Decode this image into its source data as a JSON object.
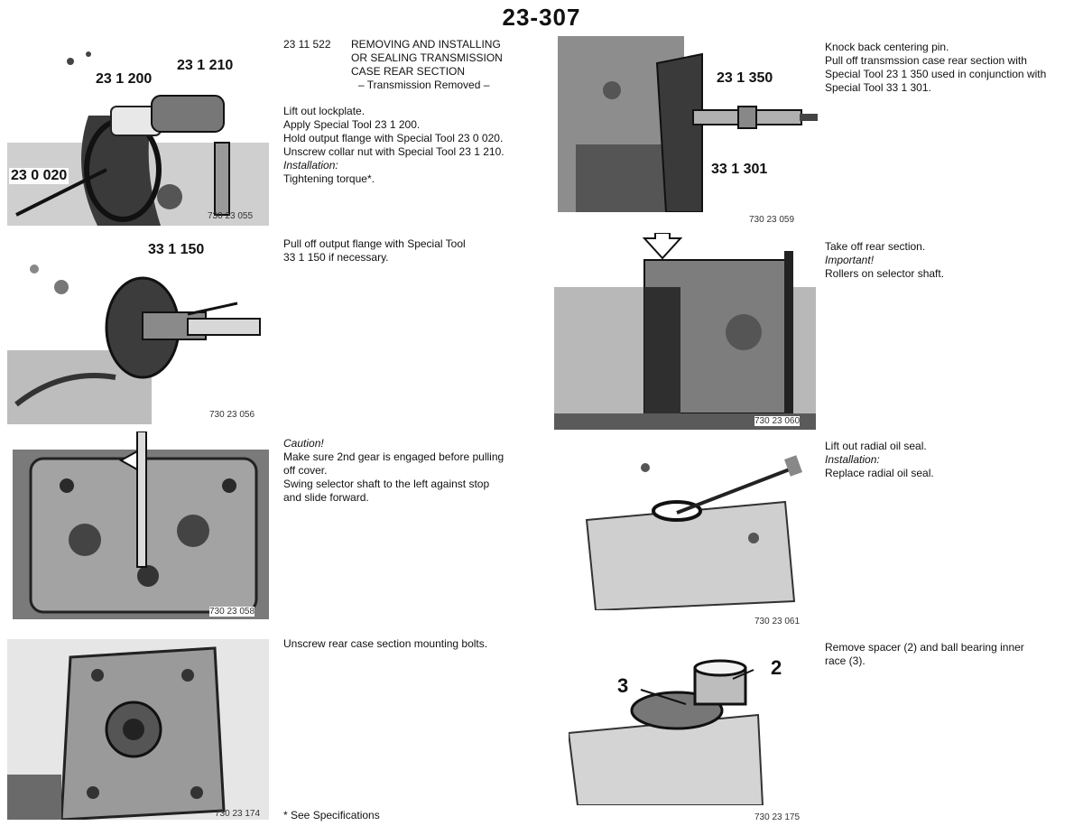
{
  "page_number": "23-307",
  "header": {
    "code": "23 11 522",
    "title_lines": [
      "REMOVING AND INSTALLING",
      "OR SEALING TRANSMISSION",
      "CASE REAR SECTION"
    ],
    "subtitle": "– Transmission Removed –"
  },
  "steps": {
    "s1": [
      "Lift out lockplate.",
      "Apply Special Tool 23 1 200.",
      "Hold output flange with Special Tool 23 0 020.",
      "Unscrew collar nut with Special Tool 23 1 210."
    ],
    "s1_installation": "Installation:",
    "s1_torque": "Tightening torque*.",
    "s2": [
      "Pull off output flange with Special Tool",
      "33 1 150 if necessary."
    ],
    "s3_caution": "Caution!",
    "s3": [
      "Make sure 2nd gear is engaged before pulling",
      "off cover.",
      "Swing selector shaft to the left against stop",
      "and slide forward."
    ],
    "s4": [
      "Unscrew rear case section mounting bolts."
    ],
    "s5": [
      "Knock back centering pin.",
      "Pull off transmssion case rear section with",
      "Special Tool 23 1 350 used in conjunction with",
      "Special Tool 33 1 301."
    ],
    "s6": [
      "Take off rear section."
    ],
    "s6_important": "Important!",
    "s6_note": "Rollers on selector shaft.",
    "s7": [
      "Lift out radial oil seal."
    ],
    "s7_installation": "Installation:",
    "s7_note": "Replace radial oil seal.",
    "s8": [
      "Remove spacer (2) and ball bearing inner",
      "race (3)."
    ]
  },
  "footnote": "* See Specifications",
  "figures": {
    "f1": {
      "code": "730 23 055",
      "callouts": [
        "23 1 200",
        "23 1 210",
        "23 0 020"
      ]
    },
    "f2": {
      "code": "730 23 056",
      "callouts": [
        "33 1 150"
      ]
    },
    "f3": {
      "code": "730 23 058"
    },
    "f4": {
      "code": "730 23 174"
    },
    "f5": {
      "code": "730 23 059",
      "callouts": [
        "23 1 350",
        "33 1 301"
      ]
    },
    "f6": {
      "code": "730 23 060"
    },
    "f7": {
      "code": "730 23 061"
    },
    "f8": {
      "code": "730 23 175",
      "callouts": [
        "2",
        "3"
      ]
    }
  }
}
